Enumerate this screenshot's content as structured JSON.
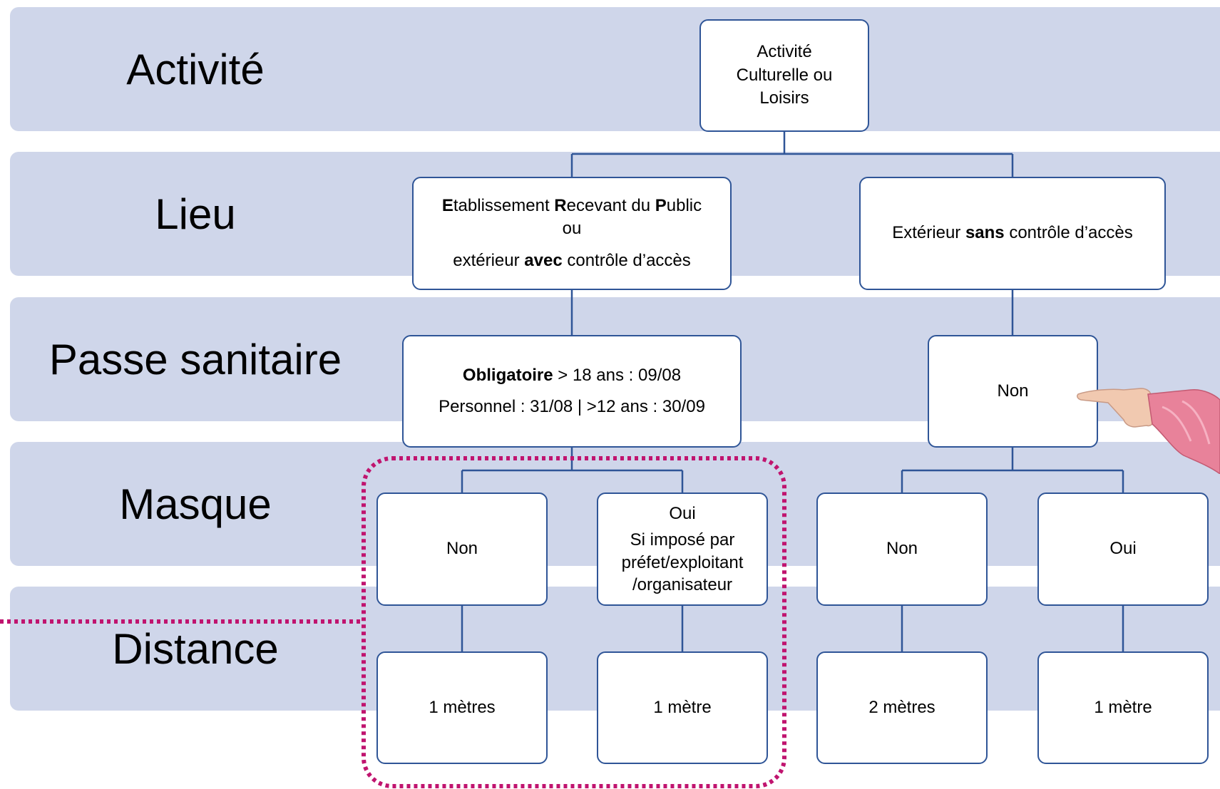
{
  "bands": [
    {
      "label": "Activité"
    },
    {
      "label": "Lieu"
    },
    {
      "label": "Passe sanitaire"
    },
    {
      "label": "Masque"
    },
    {
      "label": "Distance"
    }
  ],
  "nodes": {
    "activity": {
      "line1": "Activité",
      "line2": "Culturelle ou",
      "line3": "Loisirs"
    },
    "erp": {
      "e_bold": "E",
      "e_rest": "tablissement ",
      "r_bold": "R",
      "r_rest": "ecevant du ",
      "p_bold": "P",
      "p_rest": "ublic",
      "ou": "ou",
      "ext_pre": "extérieur ",
      "ext_bold": "avec",
      "ext_post": " contrôle d’accès"
    },
    "outdoor": {
      "pre": "Extérieur ",
      "bold": "sans",
      "post": " contrôle d’accès"
    },
    "pass_required": {
      "bold": "Obligatoire",
      "rest": " > 18 ans : 09/08",
      "line2": "Personnel : 31/08 | >12 ans : 30/09"
    },
    "pass_no": {
      "text": "Non"
    },
    "mask_no_left": {
      "text": "Non"
    },
    "mask_yes_left": {
      "line1": "Oui",
      "line2": "Si imposé par",
      "line3": "préfet/exploitant",
      "line4": "/organisateur"
    },
    "mask_no_right": {
      "text": "Non"
    },
    "mask_yes_right": {
      "text": "Oui"
    },
    "dist_1": {
      "text": "1 mètres"
    },
    "dist_2": {
      "text": "1 mètre"
    },
    "dist_3": {
      "text": "2 mètres"
    },
    "dist_4": {
      "text": "1 mètre"
    }
  },
  "colors": {
    "band": "#cfd6ea",
    "node_border": "#2f5597",
    "highlight": "#c0146f"
  },
  "icons": {
    "hand": "pointing-hand-icon"
  }
}
